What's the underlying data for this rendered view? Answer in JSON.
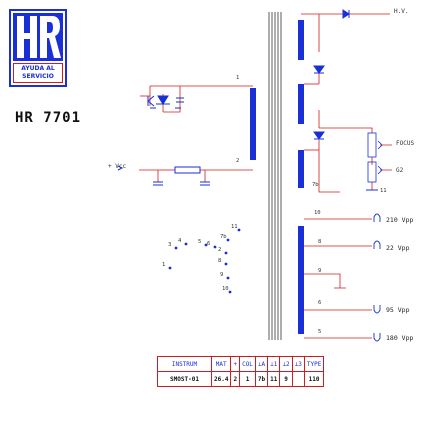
{
  "brand": {
    "logo_text": "HR",
    "caption": "AYUDA AL SERVICIO"
  },
  "model": "HR 7701",
  "labels": {
    "hv": "H.V.",
    "focus": "FOCUS",
    "g2": "G2",
    "v210": "210 Vpp",
    "v22": "22 Vpp",
    "v95": "95 Vpp",
    "v180": "180 Vpp",
    "vcc": "+ Vcc"
  },
  "pins": {
    "primary_1": "1",
    "primary_2": "2",
    "pin_7b": "7b",
    "pin_11": "11",
    "pin_10": "10",
    "pin_8": "8",
    "pin_9": "9",
    "pin_6": "6",
    "pin_5": "5"
  },
  "pinout": [
    "11",
    "7b",
    "6",
    "5",
    "4",
    "3",
    "2",
    "1",
    "8",
    "9",
    "10"
  ],
  "table": {
    "headers": [
      "INSTRUM",
      "MAT",
      "+",
      "COL",
      "⊥A",
      "⊥1",
      "⊥2",
      "⊥3",
      "TYPE"
    ],
    "row": [
      "SMOST-01",
      "26.4",
      "2",
      "1",
      "7b",
      "11",
      "9",
      "",
      "110"
    ]
  },
  "colors": {
    "wire": "#d01c1c",
    "component": "#1a2fd6",
    "core": "#333333"
  }
}
